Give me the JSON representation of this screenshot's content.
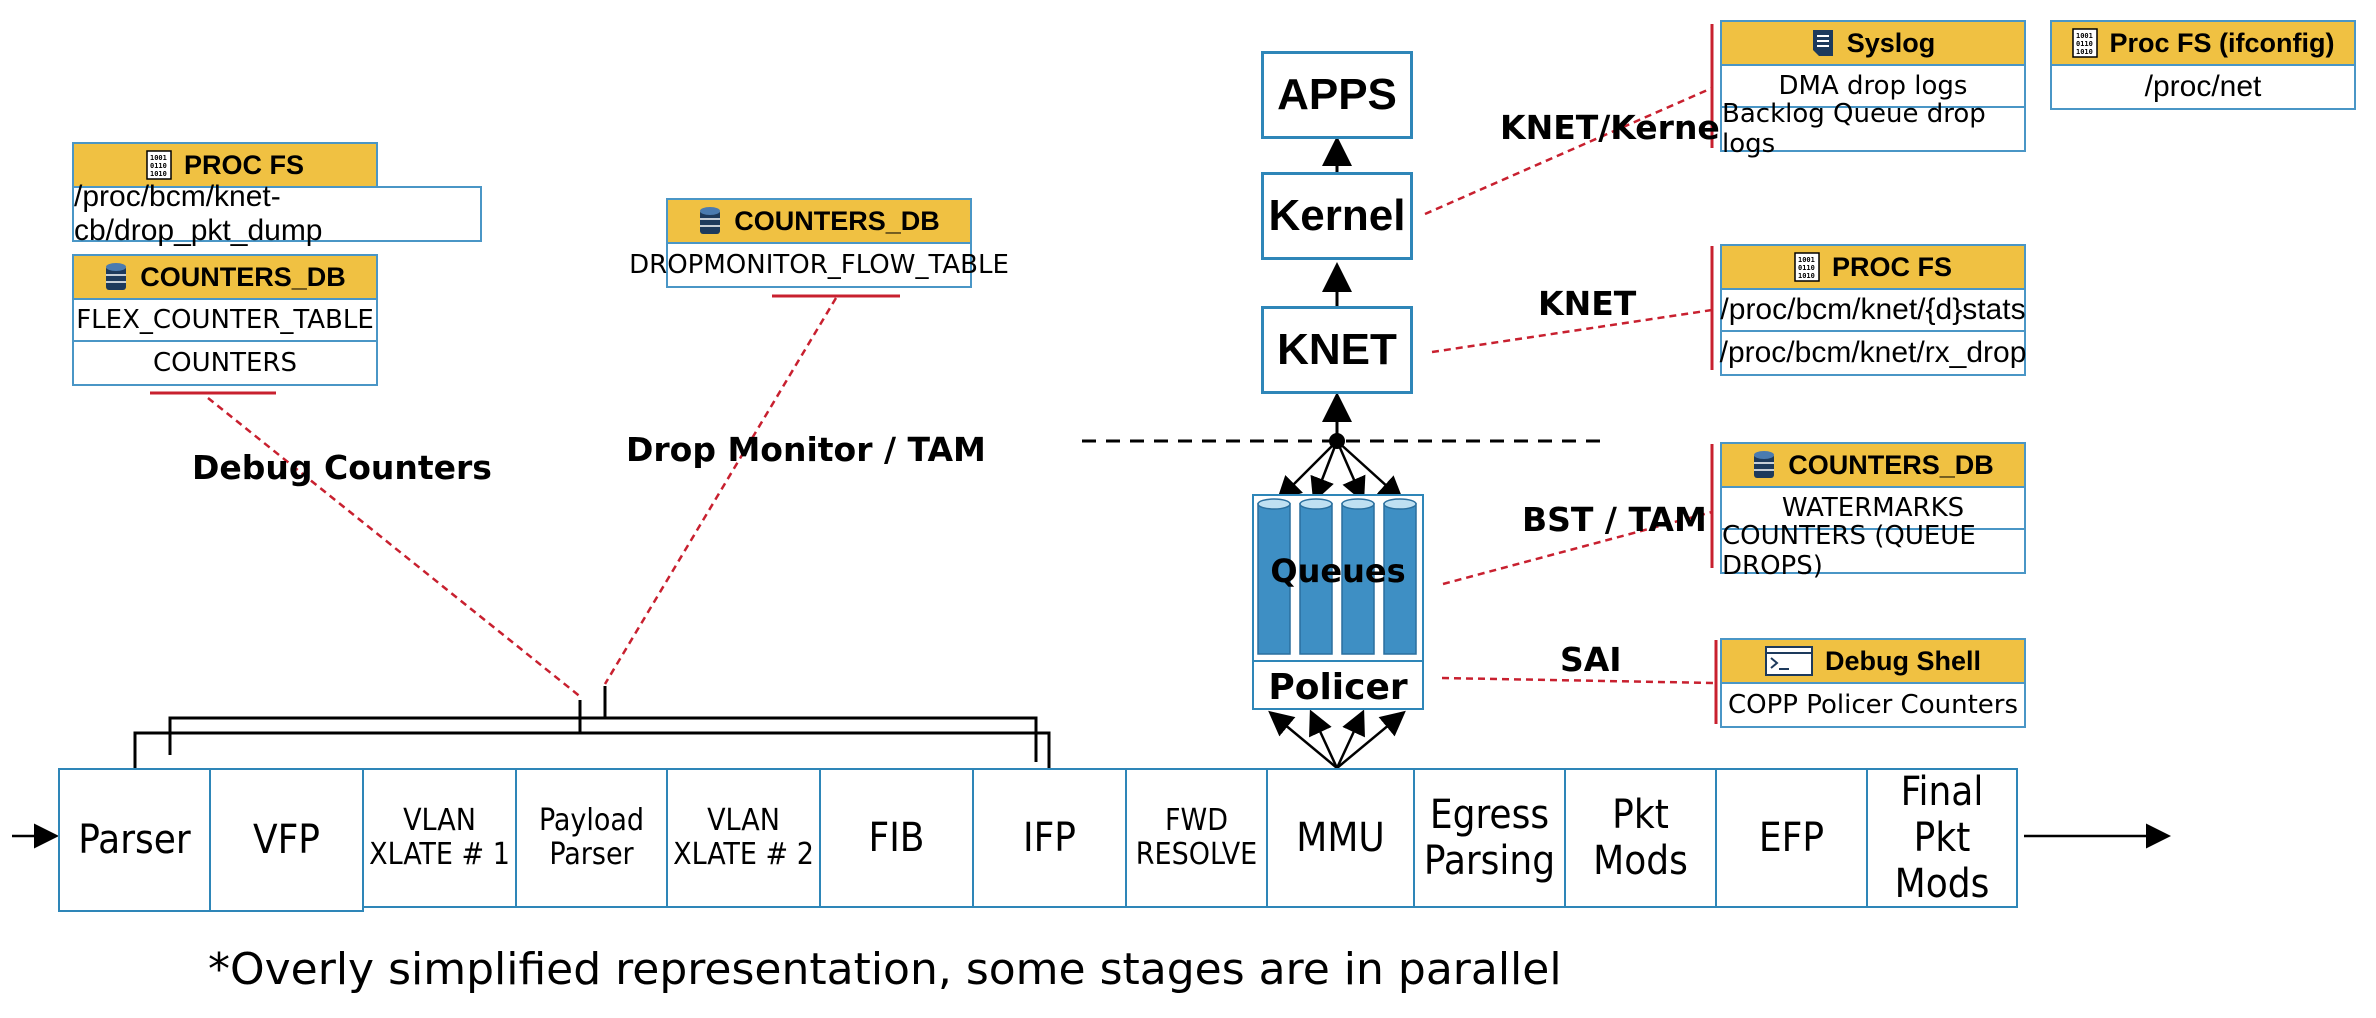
{
  "pipeline": {
    "stages": [
      "Parser",
      "VFP",
      "VLAN\nXLATE # 1",
      "Payload\nParser",
      "VLAN\nXLATE # 2",
      "FIB",
      "IFP",
      "FWD\nRESOLVE",
      "MMU",
      "Egress\nParsing",
      "Pkt\nMods",
      "EFP",
      "Final Pkt\nMods"
    ]
  },
  "host_stack": {
    "apps": "APPS",
    "kernel": "Kernel",
    "knet": "KNET",
    "queues": "Queues",
    "policer": "Policer"
  },
  "link_labels": {
    "debug_counters": "Debug Counters",
    "drop_monitor": "Drop Monitor / TAM",
    "knet_kernel": "KNET/Kernel",
    "knet": "KNET",
    "bst_tam": "BST / TAM",
    "sai": "SAI"
  },
  "panels": {
    "proc_fs_left": {
      "title": "PROC FS",
      "icon": "binary-file-icon",
      "rows": [
        "/proc/bcm/knet-cb/drop_pkt_dump"
      ]
    },
    "counters_db_left": {
      "title": "COUNTERS_DB",
      "icon": "database-icon",
      "rows": [
        "FLEX_COUNTER_TABLE",
        "COUNTERS"
      ]
    },
    "counters_db_mid": {
      "title": "COUNTERS_DB",
      "icon": "database-icon",
      "rows": [
        "DROPMONITOR_FLOW_TABLE"
      ]
    },
    "syslog": {
      "title": "Syslog",
      "icon": "document-icon",
      "rows": [
        "DMA drop logs",
        "Backlog Queue drop logs"
      ]
    },
    "proc_fs_ifconfig": {
      "title": "Proc FS (ifconfig)",
      "icon": "binary-file-icon",
      "rows": [
        "/proc/net"
      ]
    },
    "proc_fs_right": {
      "title": "PROC FS",
      "icon": "binary-file-icon",
      "rows": [
        "/proc/bcm/knet/{d}stats",
        "/proc/bcm/knet/rx_drop"
      ]
    },
    "counters_db_right": {
      "title": "COUNTERS_DB",
      "icon": "database-icon",
      "rows": [
        "WATERMARKS",
        "COUNTERS (QUEUE DROPS)"
      ]
    },
    "debug_shell": {
      "title": "Debug Shell",
      "icon": "terminal-icon",
      "rows": [
        "COPP Policer Counters"
      ]
    }
  },
  "footnote": "*Overly simplified representation, some stages are in parallel",
  "colors": {
    "panel_header": "#f0c142",
    "border_blue": "#2e86b8",
    "queue_fill": "#3e8fc4",
    "dashed_red": "#c8202f"
  }
}
